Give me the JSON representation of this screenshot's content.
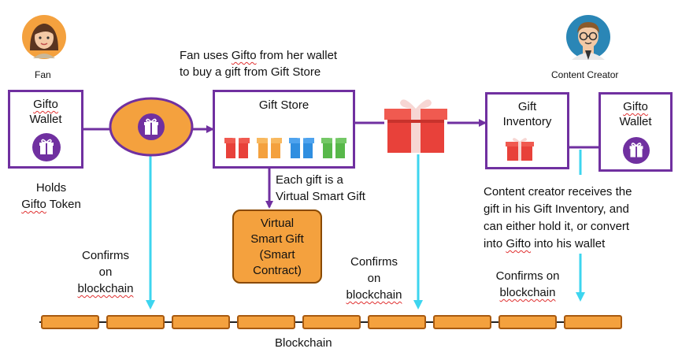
{
  "fan": {
    "label": "Fan"
  },
  "creator": {
    "label": "Content Creator"
  },
  "fan_wallet": {
    "line1": "Gifto",
    "line2": "Wallet",
    "holds_line1": "Holds",
    "holds_line2a": "Gifto",
    "holds_line2b": " Token"
  },
  "top_caption": {
    "line1a": "Fan uses ",
    "line1b": "Gifto",
    "line1c": " from her wallet",
    "line2": "to buy a gift from Gift Store"
  },
  "gift_store": {
    "title": "Gift Store"
  },
  "each_gift": {
    "line1": "Each gift is a",
    "line2": "Virtual Smart Gift"
  },
  "vsg_box": {
    "line1": "Virtual",
    "line2": "Smart Gift",
    "line3": "(Smart",
    "line4": "Contract)"
  },
  "inventory": {
    "line1": "Gift",
    "line2": "Inventory"
  },
  "creator_wallet": {
    "line1": "Gifto",
    "line2": "Wallet"
  },
  "creator_caption": {
    "line1": "Content creator receives the",
    "line2": "gift in his Gift Inventory, and",
    "line3": "can either hold it, or convert",
    "line4a": "into ",
    "line4b": "Gifto",
    "line4c": " into his wallet"
  },
  "confirms": [
    {
      "l1": "Confirms",
      "l2": "on",
      "l3": "blockchain"
    },
    {
      "l1": "Confirms",
      "l2": "on",
      "l3": "blockchain"
    },
    {
      "l1": "Confirms on",
      "l3": "blockchain"
    }
  ],
  "blockchain": {
    "label": "Blockchain",
    "block_count": 9
  },
  "colors": {
    "purple": "#7030a0",
    "orange": "#f4a13e",
    "cyan": "#3dd5ef",
    "gift_red": "#e8413a"
  },
  "icons": [
    "fan-avatar-icon",
    "creator-avatar-icon",
    "gift-icon",
    "gift-box-icon"
  ]
}
